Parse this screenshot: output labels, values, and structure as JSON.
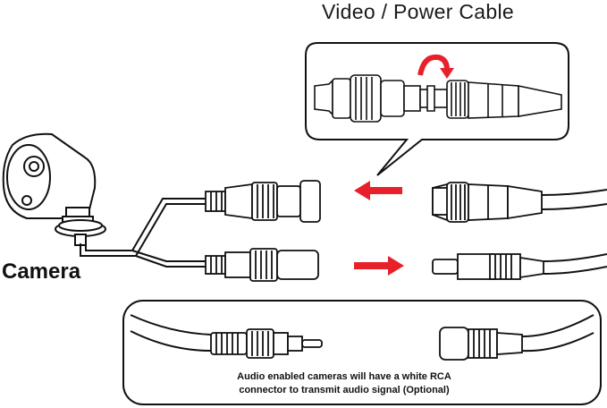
{
  "title": "Video / Power Cable",
  "camera_label": "Camera",
  "audio_note": {
    "line1": "Audio enabled cameras will have a white RCA",
    "line2": "connector to transmit audio signal (Optional)"
  },
  "colors": {
    "arrow": "#e8202a",
    "line": "#111111",
    "background": "#ffffff"
  },
  "icons": [
    "camera-icon",
    "bnc-connector-icon",
    "dc-plug-icon",
    "rca-plug-icon",
    "rotate-arrow-icon"
  ]
}
